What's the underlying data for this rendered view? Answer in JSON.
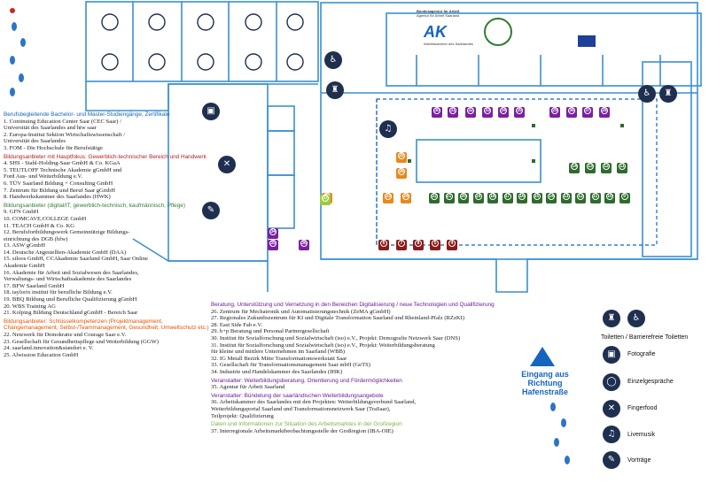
{
  "legend": [
    {
      "icon": "toilet-icon",
      "label": "Toiletten / Barrierefreie Toiletten"
    },
    {
      "icon": "camera-icon",
      "label": "Fotografie"
    },
    {
      "icon": "chat-icon",
      "label": "Einzelgespräche"
    },
    {
      "icon": "fingerfood-icon",
      "label": "Fingerfood"
    },
    {
      "icon": "music-icon",
      "label": "Livemusik"
    },
    {
      "icon": "microphone-icon",
      "label": "Vorträge"
    }
  ],
  "entrance": {
    "line1": "Eingang aus",
    "line2": "Richtung",
    "line3": "Hafenstraße"
  },
  "logos": {
    "ba_line1": "Bundesagentur für Arbeit",
    "ba_line2": "Agentur für Arbeit Saarland",
    "ak": "AK",
    "ak_sub": "Arbeitskammer des Saarlandes"
  },
  "col1": {
    "sec1_title": "Berufsbegleitende Bachelor- und Master-Studiengänge, Zertifikate",
    "sec1_items": [
      "1. Continuing Education Center Saar (CEC Saar) /",
      "    Universität des Saarlandes and htw saar",
      "2. Europa-Institut Sektion Wirtschaftswissenschaft /",
      "    Universität des Saarlandes",
      "3. FOM - Die Hochschule für Berufstätige"
    ],
    "sec2_title": "Bildungsanbieter mit Hauptfokus: Gewerblich-technischer Bereich und Handwerk",
    "sec2_items": [
      "4. SHS - Stahl-Holding-Saar GmbH & Co. KGaA",
      "5. TEUTLOFF Technische Akademie gGmbH und",
      "    Ford Aus- und Weiterbildung e.V.",
      "6. TÜV Saarland Bildung + Consulting GmbH",
      "7. Zentrum für Bildung und Beruf Saar gGmbH",
      "8. Handwerkskammer des Saarlandes (HWK)"
    ],
    "sec3_title": "Bildungsanbieter (digital/IT, gewerblich-technisch, kaufmännisch, Pflege)",
    "sec3_items": [
      "9. GFN GmbH",
      "10. COMCAVE.COLLEGE GmbH",
      "11. TEACH GmbH & Co. KG",
      "12. Berufsfortbildungswerk Gemeinnützige Bildungs-",
      "      einrichtung des DGB (bfw)",
      "13. ASW gGmbH",
      "14. Deutsche Angestellten-Akademie GmbH (DAA)",
      "15. siloos GmbH, CCAkademie Saarland GmbH, Saar Online",
      "      Akademie GmbH",
      "16. Akademie für Arbeit und Sozialwesen des Saarlandes,",
      "      Verwaltungs- und Wirtschaftsakademie des Saarlandes",
      "17. BFW Saarland GmbH",
      "18. taylorix institut für berufliche Bildung e.V.",
      "19. BBQ Bildung und Berufliche Qualifizierung gGmbH",
      "20. WBS Training AG",
      "21. Kolping Bildung Deutschland gGmbH - Bereich Saar"
    ],
    "sec4_title": "Bildungsanbieter: Schlüsselkompetenzen (Projektmanagement, Changemanagement, Selbst-/Teammanagement, Gesundheit, Umweltschutz etc.)",
    "sec4_items": [
      "22. Netzwerk für Demokratie und Courage Saar e.V.",
      "23. Gesellschaft für Gesundheitspflege und Weiterbildung (GGW)",
      "24. saarland.innovation&standort e. V.",
      "25. Alwission Education GmbH"
    ]
  },
  "col2": {
    "sec1_title": "Beratung, Unterstützung und Vernetzung in den Bereichen Digitalisierung / neue Technologien und Qualifizierung",
    "sec1_items": [
      "26. Zentrum für Mechatronik und Automatisierungstechnik (ZeMA gGmbH)",
      "27. Regionales Zukunftszentrum für KI und Digitale Transformation Saarland und Rheinland-Pfalz (RZzKI)",
      "28. East Side Fab e.V.",
      "29. b+p Beratung und Personal Partnergesellschaft",
      "30. Institut für Sozialforschung und Sozialwirtschaft (iso) e.V., Projekt: Demografie Netzwerk Saar (DNS)",
      "31. Institut für Sozialforschung und Sozialwirtschaft (iso) e.V., Projekt: Weiterbildungsberatung",
      "      für kleine und mittlere Unternehmen im Saarland (WBB)",
      "32. IG Metall Bezirk Mitte Transformationswerkstatt Saar",
      "33. Gesellschaft für Transformationsmanagement Saar mbH (GeTS)",
      "34. Industrie und Handelskammer des Saarlandes (IHK)"
    ],
    "sec2_title": "Veranstalter: Weiterbildungsberatung, Orientierung und Fördermöglichkeiten",
    "sec2_items": [
      "35. Agentur für Arbeit Saarland"
    ],
    "sec3_title": "Veranstalter: Bündelung der saarländischen Weiterbildungsangebote",
    "sec3_items": [
      "36. Arbeitskammer des Saarlandes mit den Projekten: Weiterbildungsverbund Saarland,",
      "      Weiterbildungsportal Saarland und Transformationsnetzwerk Saar (TraSaar),",
      "      Teilprojekt: Qualifizierung"
    ],
    "sec4_title": "Daten und Informationen zur Situation des Arbeitsmarktes in der Großregion",
    "sec4_items": [
      "37. Interregionale Arbeitsmarktbeobachtungsstelle der Großregion (IBA-OIE)"
    ]
  },
  "booths": {
    "purple_top": [
      "30",
      "31",
      "32",
      "33",
      "34",
      "35",
      "29",
      "36",
      "37",
      "28"
    ],
    "green_mid": [
      "22",
      "21",
      "20",
      "19",
      "18",
      "17",
      "16",
      "15",
      "14",
      "13",
      "12",
      "11",
      "10",
      "9"
    ],
    "green_right": [
      "14",
      "13",
      "12",
      "11"
    ],
    "red_row": [
      "6",
      "7",
      "8",
      "5",
      "4"
    ],
    "orange": [
      "23",
      "24",
      "25",
      "26",
      "27"
    ],
    "lime": "37",
    "left_purple": [
      "34",
      "35",
      "36"
    ]
  },
  "colors": {
    "purple": "#7b1fa2",
    "green": "#2e6b2e",
    "red": "#8b1a1a",
    "orange": "#e8891c",
    "lime": "#9ccc3c",
    "wall": "#3a8fd0"
  }
}
